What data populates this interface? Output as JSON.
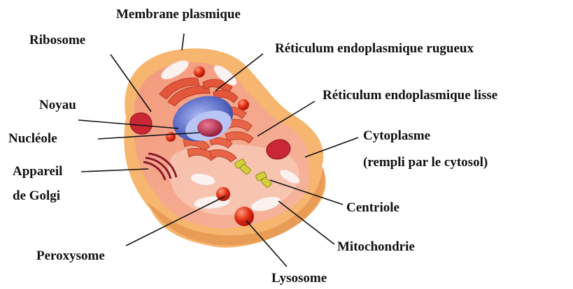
{
  "labels": {
    "membrane": "Membrane plasmique",
    "ribosome": "Ribosome",
    "rer": "Réticulum endoplasmique rugueux",
    "noyau": "Noyau",
    "rel": "Réticulum endoplasmique lisse",
    "nucleole": "Nucléole",
    "cytoplasme_1": "Cytoplasme",
    "cytoplasme_2": "(rempli par le cytosol)",
    "golgi_1": "Appareil",
    "golgi_2": "de Golgi",
    "centriole": "Centriole",
    "peroxysome": "Peroxysome",
    "mitochondrie": "Mitochondrie",
    "lysosome": "Lysosome"
  },
  "colors": {
    "outer_membrane": "#f6b66f",
    "cytoplasm": "#f2a27f",
    "inner_cytoplasm": "#f7c2ad",
    "nucleus_envelope": "#4d5fb5",
    "nucleolus": "#b8244a",
    "endoplasmic_reticulum": "#e3563c",
    "organelle_red": "#de2e18",
    "mitochondria": "#c92736",
    "golgi": "#8b1a2c",
    "vesicle_white": "#fbf2ef",
    "centriole": "#b7b428",
    "leader_line": "#111111"
  }
}
